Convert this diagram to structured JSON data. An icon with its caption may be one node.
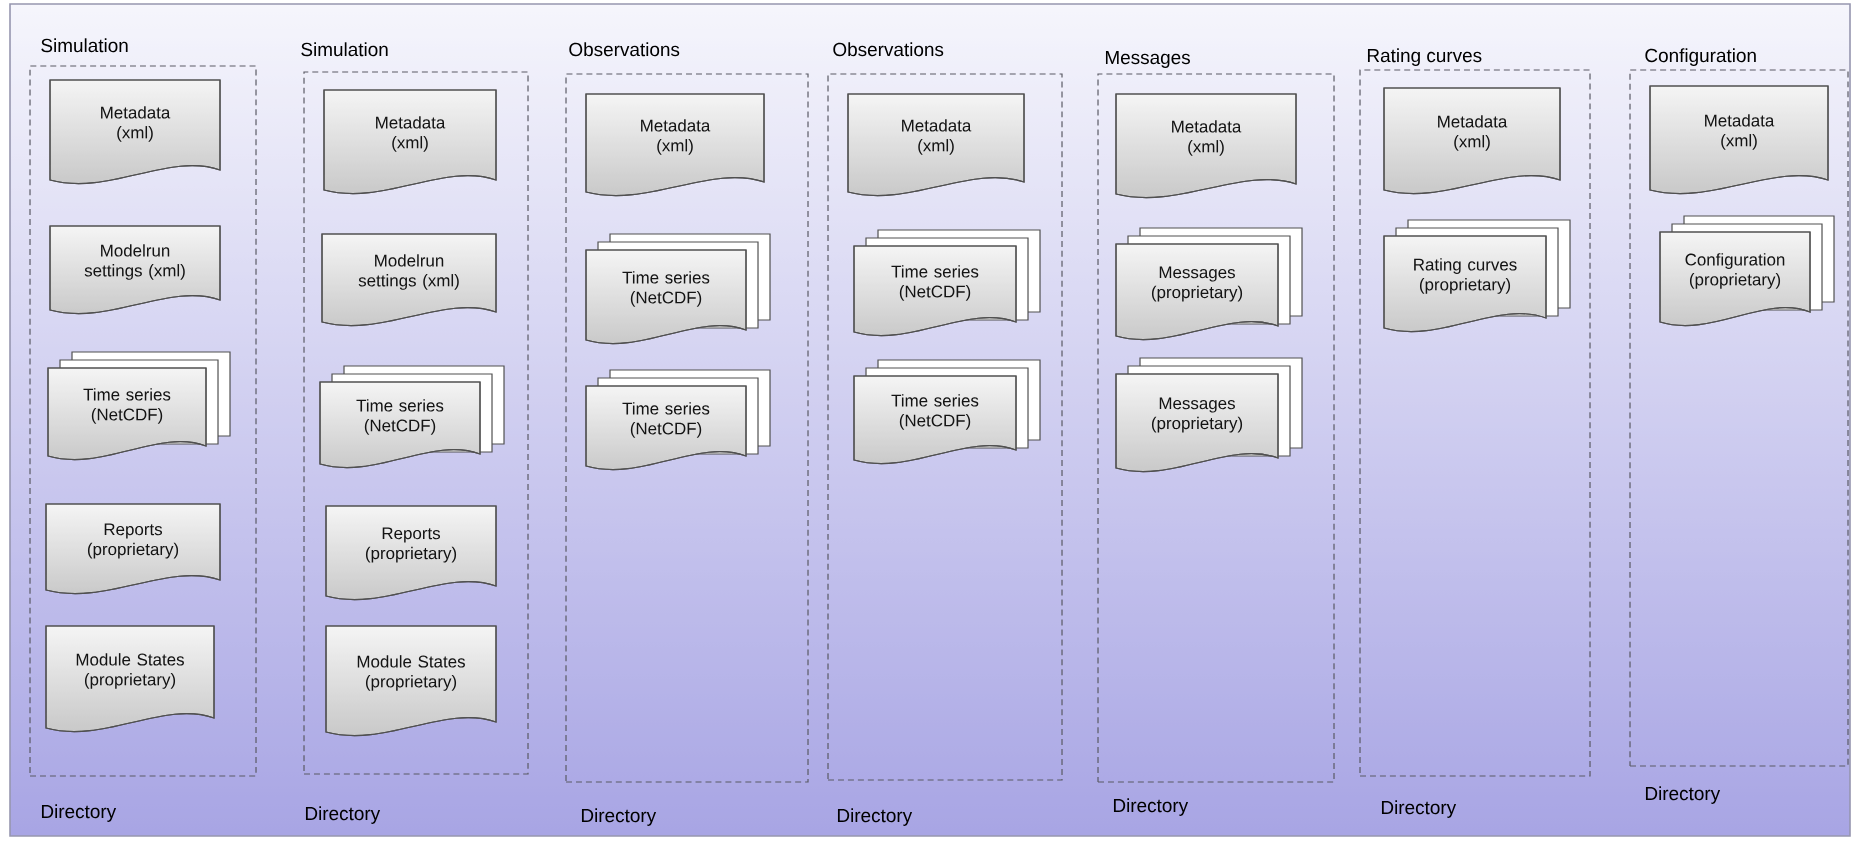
{
  "diagram": {
    "nodes": [
      {
        "text": [
          "Simulation",
          "Directory"
        ]
      },
      {
        "text": [
          "Metadata (xml)"
        ],
        "in": 0
      },
      {
        "text": [
          "Modelrun settings (xml)"
        ],
        "in": 0
      },
      {
        "text": [
          "Time series (NetCDF)"
        ],
        "in": 0
      },
      {
        "text": [
          "Reports (proprietary)"
        ],
        "in": 0
      },
      {
        "text": [
          "Module States (proprietary)"
        ],
        "in": 0
      },
      {
        "text": [
          "Simulation",
          "Directory"
        ]
      },
      {
        "text": [
          "Metadata (xml)"
        ],
        "in": 6
      },
      {
        "text": [
          "Modelrun settings (xml)"
        ],
        "in": 6
      },
      {
        "text": [
          "Time series (NetCDF)"
        ],
        "in": 6
      },
      {
        "text": [
          "Reports (proprietary)"
        ],
        "in": 6
      },
      {
        "text": [
          "Module States (proprietary)"
        ],
        "in": 6
      },
      {
        "text": [
          "Observations",
          "Directory"
        ]
      },
      {
        "text": [
          "Metadata (xml)"
        ],
        "in": 12
      },
      {
        "text": [
          "Time series (NetCDF)"
        ],
        "in": 12
      },
      {
        "text": [
          "Time series (NetCDF)"
        ],
        "in": 12
      },
      {
        "text": [
          "Observations",
          "Directory"
        ]
      },
      {
        "text": [
          "Metadata (xml)"
        ],
        "in": 16
      },
      {
        "text": [
          "Time series (NetCDF)"
        ],
        "in": 16
      },
      {
        "text": [
          "Time series (NetCDF)"
        ],
        "in": 16
      },
      {
        "text": [
          "Messages",
          "Directory"
        ]
      },
      {
        "text": [
          "Metadata (xml)"
        ],
        "in": 20
      },
      {
        "text": [
          "Messages (proprietary)"
        ],
        "in": 20
      },
      {
        "text": [
          "Messages (proprietary)"
        ],
        "in": 20
      },
      {
        "text": [
          "Rating curves",
          "Directory"
        ]
      },
      {
        "text": [
          "Metadata (xml)"
        ],
        "in": 24
      },
      {
        "text": [
          "Rating curves (proprietary)"
        ],
        "in": 24
      },
      {
        "text": [
          "Configuration",
          "Directory"
        ]
      },
      {
        "text": [
          "Metadata (xml)"
        ],
        "in": 27
      },
      {
        "text": [
          "Configuration (proprietary)"
        ],
        "in": 27
      }
    ]
  }
}
